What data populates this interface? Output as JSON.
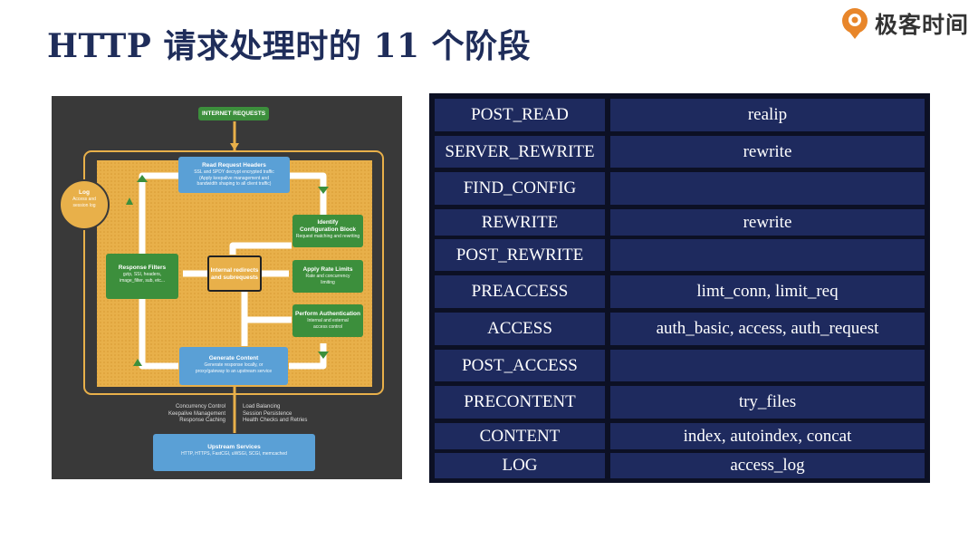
{
  "slide": {
    "title": "HTTP 请求处理时的 11 个阶段",
    "brand": "极客时间"
  },
  "diagram": {
    "internet_requests": "INTERNET REQUESTS",
    "read_headers": {
      "title": "Read Request Headers",
      "lines": [
        "SSL and SPDY decrypt encrypted traffic",
        "(Apply keepalive management and",
        "bandwidth shaping to all client traffic)"
      ]
    },
    "log": {
      "title": "Log",
      "lines": [
        "Access and",
        "session log"
      ]
    },
    "identify_config": {
      "title": "Identify",
      "title2": "Configuration Block",
      "line": "Request matching and rewriting"
    },
    "response_filters": {
      "title": "Response Filters",
      "lines": [
        "gzip, SSI, headers,",
        "image_filter, sub, etc..."
      ]
    },
    "internal_redirects": {
      "line1": "Internal redirects",
      "line2": "and subrequests"
    },
    "apply_rate_limits": {
      "title": "Apply Rate Limits",
      "lines": [
        "Rate and concurrency",
        "limiting"
      ]
    },
    "perform_auth": {
      "title": "Perform Authentication",
      "lines": [
        "Internal and external",
        "access control"
      ]
    },
    "generate_content": {
      "title": "Generate Content",
      "lines": [
        "Generate response locally, or",
        "proxy/gateway to an upstream service"
      ]
    },
    "conn_left": [
      "Concurrency Control",
      "Keepalive Management",
      "Response Caching"
    ],
    "conn_right": [
      "Load Balancing",
      "Session Persistence",
      "Health Checks and Retries"
    ],
    "upstream": {
      "title": "Upstream Services",
      "line": "HTTP, HTTPS, FastCGI, uWSGI, SCGI, memcached"
    }
  },
  "phases": [
    {
      "phase": "POST_READ",
      "modules": "realip"
    },
    {
      "phase": "SERVER_REWRITE",
      "modules": "rewrite"
    },
    {
      "phase": "FIND_CONFIG",
      "modules": ""
    },
    {
      "phase": "REWRITE",
      "modules": "rewrite"
    },
    {
      "phase": "POST_REWRITE",
      "modules": ""
    },
    {
      "phase": "PREACCESS",
      "modules": "limt_conn, limit_req"
    },
    {
      "phase": "ACCESS",
      "modules": "auth_basic, access, auth_request"
    },
    {
      "phase": "POST_ACCESS",
      "modules": ""
    },
    {
      "phase": "PRECONTENT",
      "modules": "try_files"
    },
    {
      "phase": "CONTENT",
      "modules": "index, autoindex, concat"
    },
    {
      "phase": "LOG",
      "modules": "access_log"
    }
  ],
  "colors": {
    "title": "#1f2d5a",
    "brand_orange": "#e8862a",
    "table_cell": "#1e2a5e",
    "table_border": "#0c1024",
    "diagram_bg": "#393939",
    "diagram_frame": "#e8b04a",
    "box_blue": "#5aa0d6",
    "box_green": "#3c8f3c"
  }
}
